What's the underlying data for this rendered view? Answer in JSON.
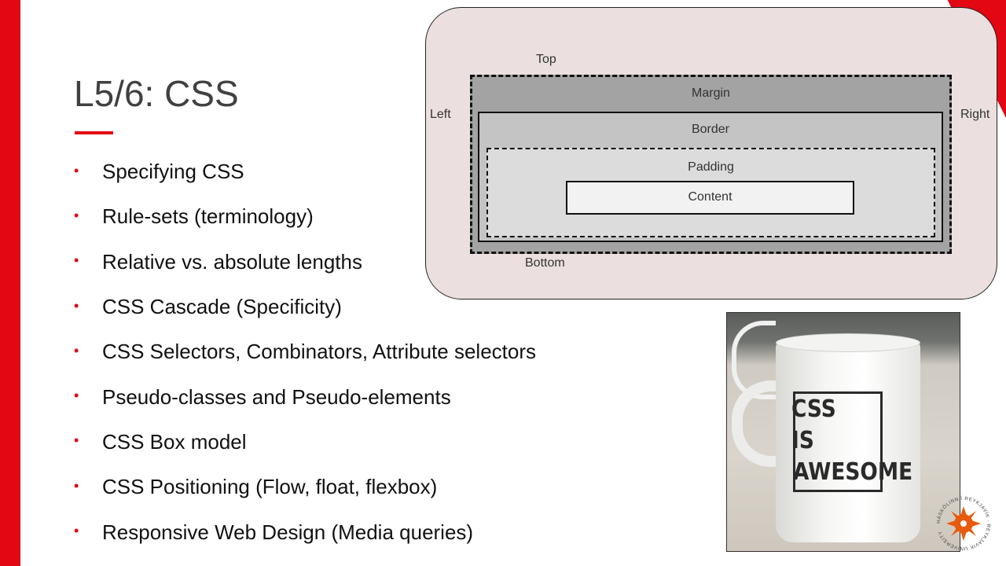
{
  "slide": {
    "title": "L5/6: CSS",
    "bullets": [
      "Specifying CSS",
      "Rule-sets (terminology)",
      "Relative vs. absolute lengths",
      "CSS Cascade (Specificity)",
      "CSS Selectors, Combinators, Attribute selectors",
      "Pseudo-classes and Pseudo-elements",
      "CSS Box model",
      "CSS Positioning (Flow, float, flexbox)",
      "Responsive Web Design (Media queries)"
    ],
    "bullet_symbol": "•"
  },
  "box_model": {
    "top": "Top",
    "bottom": "Bottom",
    "left": "Left",
    "right": "Right",
    "margin": "Margin",
    "border": "Border",
    "padding": "Padding",
    "content": "Content"
  },
  "photo": {
    "mug_text_line1": "CSS",
    "mug_text_line2": "IS",
    "mug_text_line3": "AWESOME"
  },
  "logo": {
    "text": "HÁSKÓLINN Í REYKJAVÍK · REYKJAVIK UNIVERSITY"
  },
  "colors": {
    "accent": "#e30613",
    "panel": "#ebe0df",
    "margin": "#a3a3a3",
    "border": "#c4c4c4",
    "padding": "#dcdcdc",
    "content": "#f2f2f2"
  }
}
